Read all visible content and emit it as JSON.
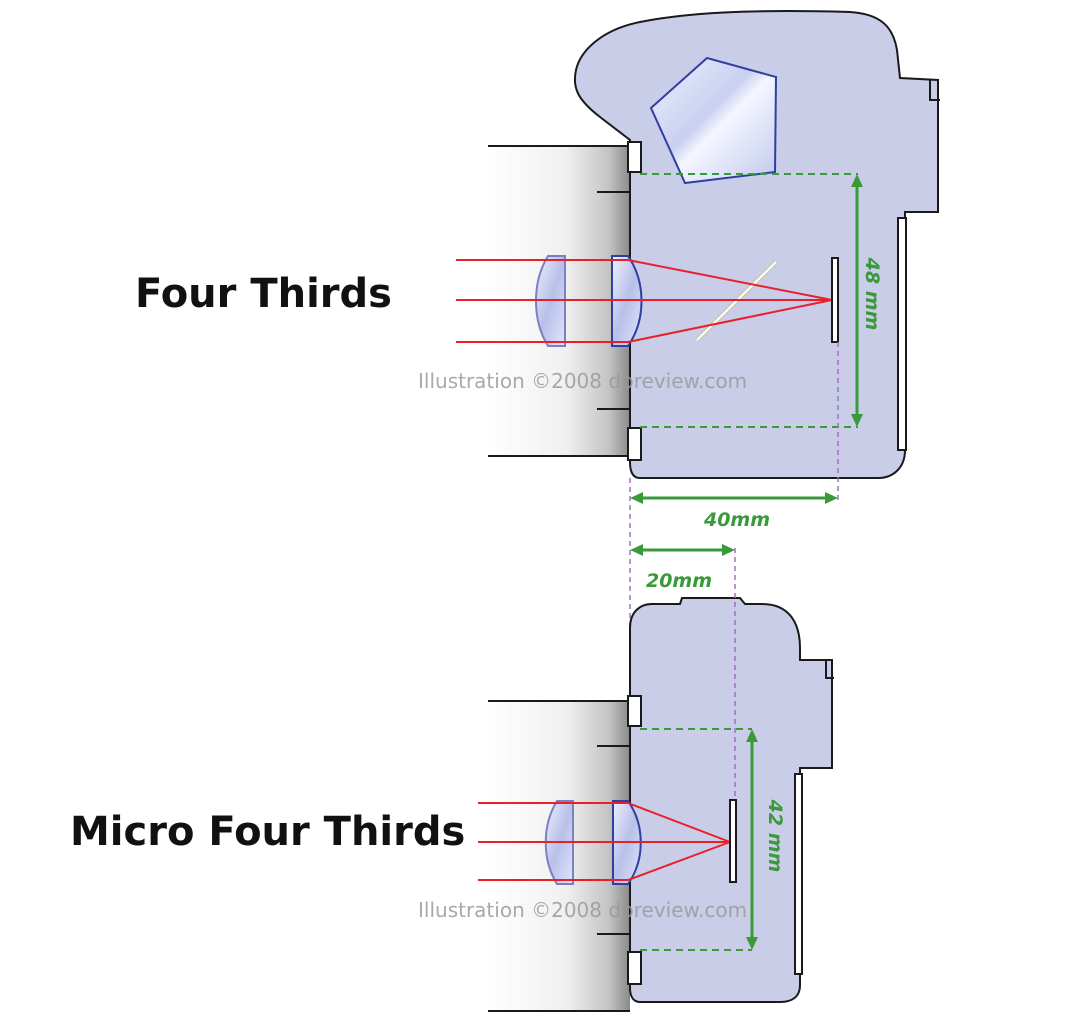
{
  "four_thirds": {
    "heading": "Four Thirds",
    "sensor_height_label": "48 mm",
    "flange_distance_label": "40mm",
    "watermark": "Illustration ©2008 dpreview.com"
  },
  "micro_four_thirds": {
    "heading": "Micro Four Thirds",
    "sensor_height_label": "42 mm",
    "flange_distance_label": "20mm",
    "watermark": "Illustration ©2008 dpreview.com"
  },
  "colors": {
    "body_fill": "#c9cde8",
    "body_outline": "#1a1a1a",
    "light_ray": "#e8202a",
    "dimension": "#3a9a3a",
    "guide_line": "#a070c0",
    "lens_outline": "#4050a0",
    "prism_outline": "#3040a0",
    "watermark": "#9a9a9a"
  }
}
